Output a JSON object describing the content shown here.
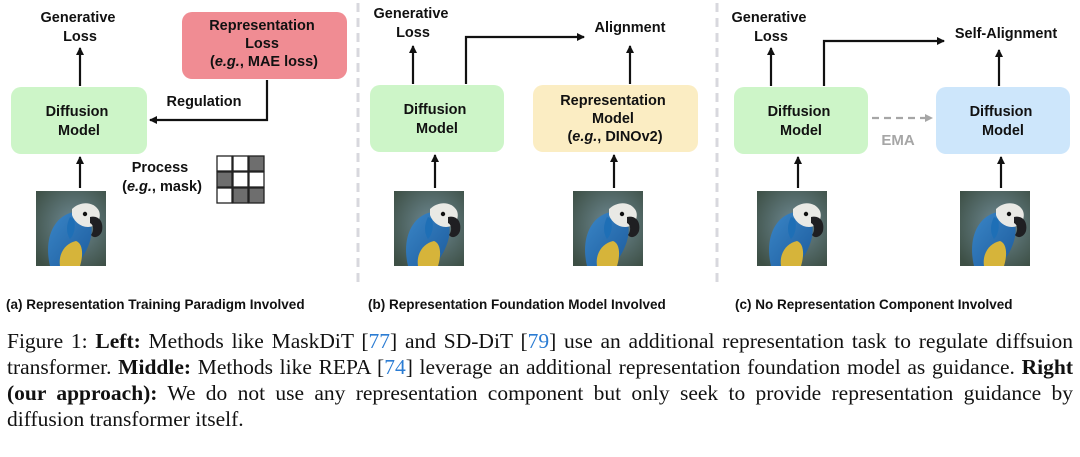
{
  "panels": {
    "a": {
      "generative_loss": [
        "Generative",
        "Loss"
      ],
      "diffusion_model": [
        "Diffusion",
        "Model"
      ],
      "representation_loss": [
        "Representation",
        "Loss"
      ],
      "representation_loss_eg": "e.g.",
      "representation_loss_eg_rest": ", MAE loss)",
      "regulation": "Regulation",
      "process": "Process",
      "process_eg": "e.g.",
      "process_eg_rest": ", mask)",
      "caption": "(a) Representation Training Paradigm Involved"
    },
    "b": {
      "generative_loss": [
        "Generative",
        "Loss"
      ],
      "alignment": "Alignment",
      "diffusion_model": [
        "Diffusion",
        "Model"
      ],
      "representation_model": [
        "Representation",
        "Model"
      ],
      "representation_model_eg": "e.g.",
      "representation_model_eg_rest": ", DINOv2)",
      "caption": "(b) Representation Foundation Model Involved"
    },
    "c": {
      "generative_loss": [
        "Generative",
        "Loss"
      ],
      "self_alignment": "Self-Alignment",
      "diffusion_model_left": [
        "Diffusion",
        "Model"
      ],
      "diffusion_model_right": [
        "Diffusion",
        "Model"
      ],
      "ema": "EMA",
      "caption": "(c) No Representation Component Involved"
    }
  },
  "colors": {
    "green_box": "#cdf5c8",
    "red_box": "#f08c93",
    "yellow_box": "#fbedc3",
    "blue_box": "#cde6fb",
    "divider": "#d8d8de",
    "ema_arrow": "#a6a6a6",
    "citation": "#2b7cd3"
  },
  "caption": {
    "fig": "Figure 1: ",
    "left_label": "Left:",
    "t1": " Methods like MaskDiT [",
    "ref77": "77",
    "t2": "] and SD-DiT [",
    "ref79": "79",
    "t3": "] use an additional representation task to regulate diffsuion transformer. ",
    "middle_label": "Middle:",
    "t4": " Methods like REPA [",
    "ref74": "74",
    "t5": "] leverage an additional representation foundation model as guidance. ",
    "right_label": "Right (our approach):",
    "t6": " We do not use any representation component but only seek to provide representation guidance by diffusion transformer itself."
  }
}
